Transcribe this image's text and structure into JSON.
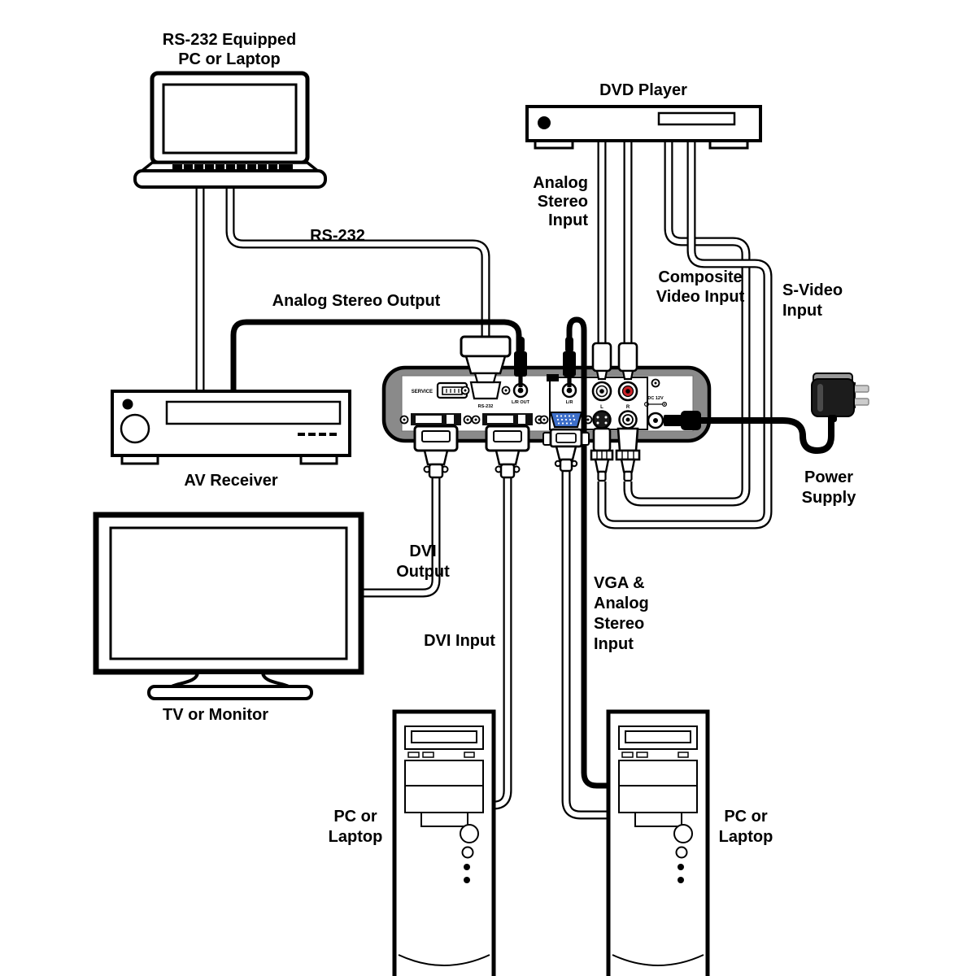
{
  "diagram": {
    "labels": {
      "laptop": [
        "RS-232 Equipped",
        "PC or Laptop"
      ],
      "dvd": "DVD Player",
      "analog_stereo_input": [
        "Analog",
        "Stereo",
        "Input"
      ],
      "composite_video_input": [
        "Composite",
        "Video Input"
      ],
      "s_video_input": [
        "S-Video",
        "Input"
      ],
      "rs232_cable": "RS-232",
      "analog_stereo_output": "Analog Stereo Output",
      "av_receiver": "AV Receiver",
      "power_supply": [
        "Power",
        "Supply"
      ],
      "dvi_output": [
        "DVI",
        "Output"
      ],
      "tv": "TV or Monitor",
      "dvi_input": "DVI Input",
      "vga_stereo_input": [
        "VGA &",
        "Analog",
        "Stereo",
        "Input"
      ],
      "pc_left": [
        "PC or",
        "Laptop"
      ],
      "pc_right": [
        "PC or",
        "Laptop"
      ]
    },
    "ports": {
      "service": "SERVICE",
      "rs232": "RS-232",
      "lr_out": "L/R OUT",
      "lr_in": "L/R",
      "rca_l": "L",
      "rca_r": "R",
      "dc": "DC 12V"
    },
    "colors": {
      "device_gray": "#8a8a8a",
      "vga_blue": "#3e6fc9",
      "rca_red": "#cc2127"
    }
  }
}
